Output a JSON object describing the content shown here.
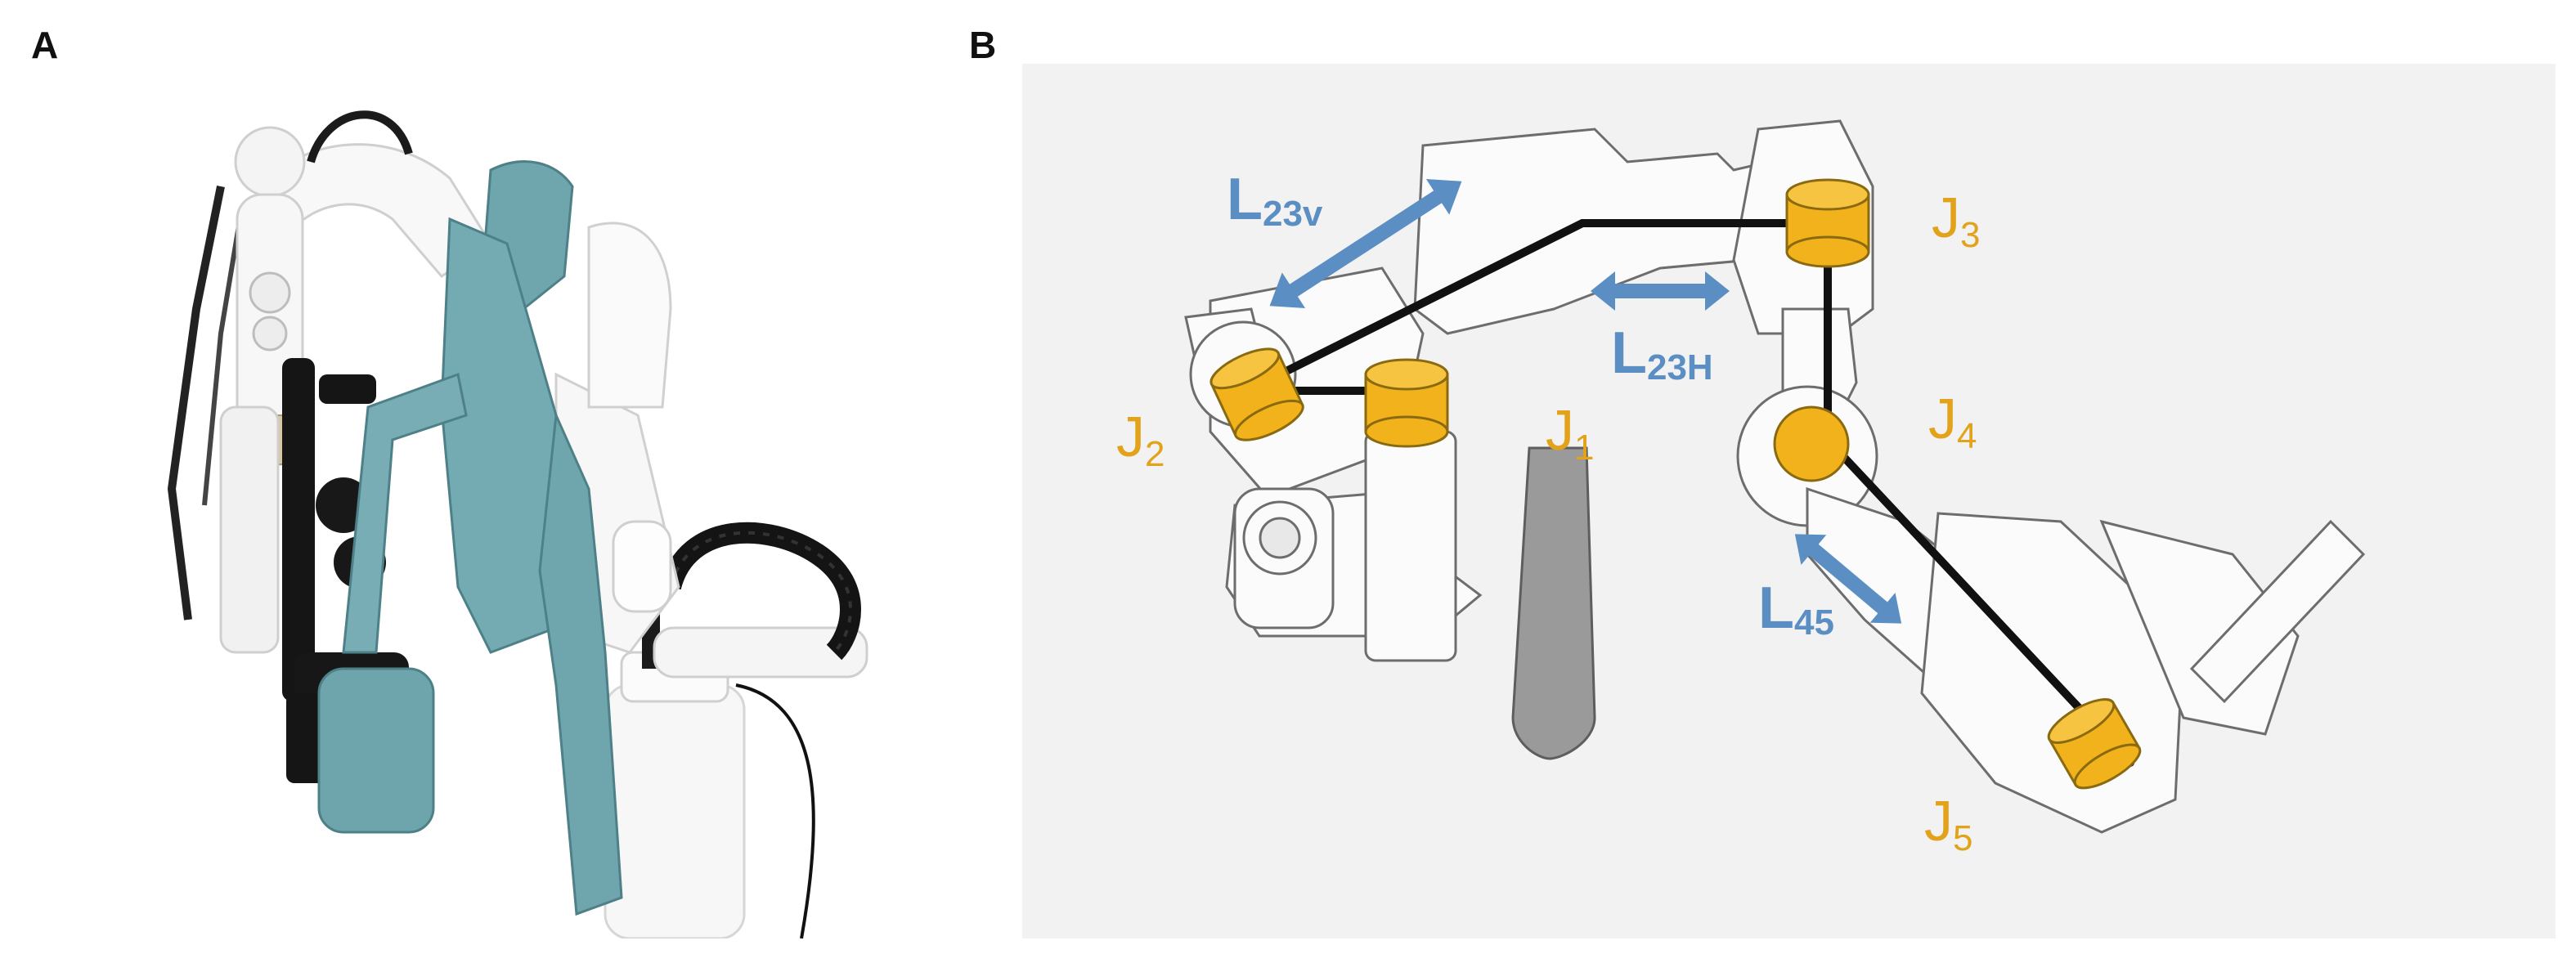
{
  "panels": {
    "a": {
      "letter": "A"
    },
    "b": {
      "letter": "B"
    }
  },
  "joints": [
    {
      "id": "J1",
      "main": "J",
      "sub": "1"
    },
    {
      "id": "J2",
      "main": "J",
      "sub": "2"
    },
    {
      "id": "J3",
      "main": "J",
      "sub": "3"
    },
    {
      "id": "J4",
      "main": "J",
      "sub": "4"
    },
    {
      "id": "J5",
      "main": "J",
      "sub": "5"
    }
  ],
  "links": [
    {
      "id": "L23v",
      "main": "L",
      "sub": "23v"
    },
    {
      "id": "L23H",
      "main": "L",
      "sub": "23H"
    },
    {
      "id": "L45",
      "main": "L",
      "sub": "45"
    }
  ],
  "colors": {
    "joint": "#f2b21b",
    "joint_label": "#e2a21a",
    "arrow": "#5b8fc4",
    "strap": "#6fa5ad",
    "link_line": "#111111"
  }
}
